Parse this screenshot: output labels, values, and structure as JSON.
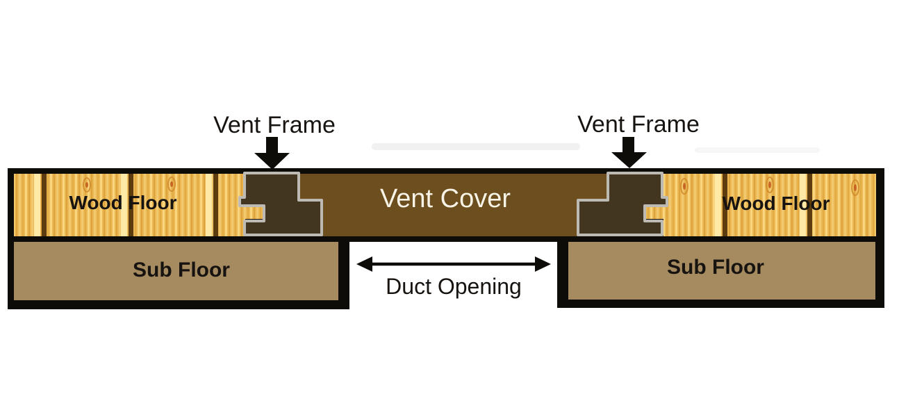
{
  "diagram": {
    "labels": {
      "vent_frame_left": "Vent Frame",
      "vent_frame_right": "Vent Frame",
      "vent_cover": "Vent Cover",
      "wood_floor_left": "Wood Floor",
      "wood_floor_right": "Wood Floor",
      "sub_floor_left": "Sub Floor",
      "sub_floor_right": "Sub Floor",
      "duct_opening": "Duct Opening"
    },
    "icons": {
      "vent_frame_pointer_left": "down-arrow",
      "vent_frame_pointer_right": "down-arrow",
      "duct_opening_extent": "left-right-arrow"
    },
    "colors": {
      "background": "#ffffff",
      "border_black": "#0e0c09",
      "wood_base": "#ecb854",
      "wood_streak_light": "#f8d57e",
      "wood_streak_dark": "#dda23c",
      "wood_plank_divider": "#5d3c10",
      "wood_plank_highlight": "#ffe9a6",
      "wood_knot_orange": "#d08a2a",
      "vent_cover_brown": "#6d4e1e",
      "vent_frame_dark": "#433620",
      "frame_outline_gray": "#bdbab4",
      "sub_floor_tan": "#a58b5f",
      "label_text_dark": "#161310",
      "vent_cover_text": "#f7f3e6",
      "arrow_black": "#0e0c09"
    }
  }
}
